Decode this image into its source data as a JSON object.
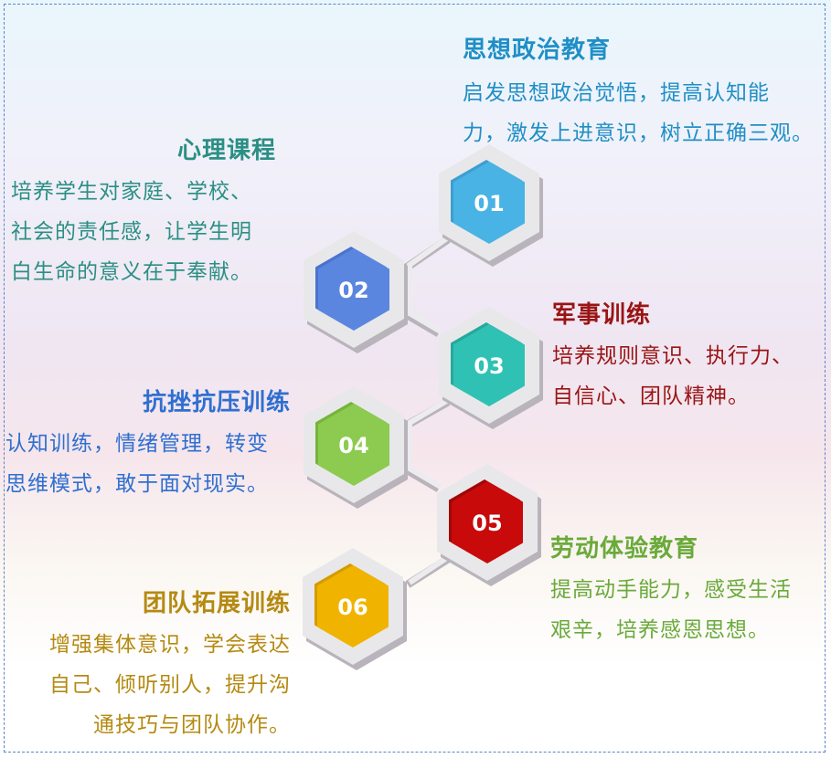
{
  "items": [
    {
      "num": "01",
      "title": "思想政治教育",
      "desc": [
        "启发思想政治觉悟，提高认知能",
        "力，激发上进意识，树立正确三观。"
      ],
      "color": "#48b3e4",
      "text_color": "#1f8fc6"
    },
    {
      "num": "02",
      "title": "心理课程",
      "desc": [
        "培养学生对家庭、学校、",
        "社会的责任感，让学生明",
        "白生命的意义在于奉献。"
      ],
      "color": "#5b86e0",
      "text_color": "#2a8f84"
    },
    {
      "num": "03",
      "title": "军事训练",
      "desc": [
        "培养规则意识、执行力、",
        "自信心、团队精神。"
      ],
      "color": "#2fc2b4",
      "text_color": "#9a1414"
    },
    {
      "num": "04",
      "title": "抗挫抗压训练",
      "desc": [
        "认知训练，情绪管理，转变",
        "思维模式，敢于面对现实。"
      ],
      "color": "#8ccb4f",
      "text_color": "#2f6fd0"
    },
    {
      "num": "05",
      "title": "劳动体验教育",
      "desc": [
        "提高动手能力，感受生活",
        "艰辛，培养感恩思想。"
      ],
      "color": "#c80a0a",
      "text_color": "#6aaa3a"
    },
    {
      "num": "06",
      "title": "团队拓展训练",
      "desc": [
        "增强集体意识，学会表达",
        "自己、倾听别人，提升沟",
        "通技巧与团队协作。"
      ],
      "color": "#f0b400",
      "text_color": "#b58a12"
    }
  ],
  "colors": {
    "frame": "#5b86c6",
    "hex_outer": "#e8e8ea",
    "hex_shadow": "#b9b3bb"
  }
}
